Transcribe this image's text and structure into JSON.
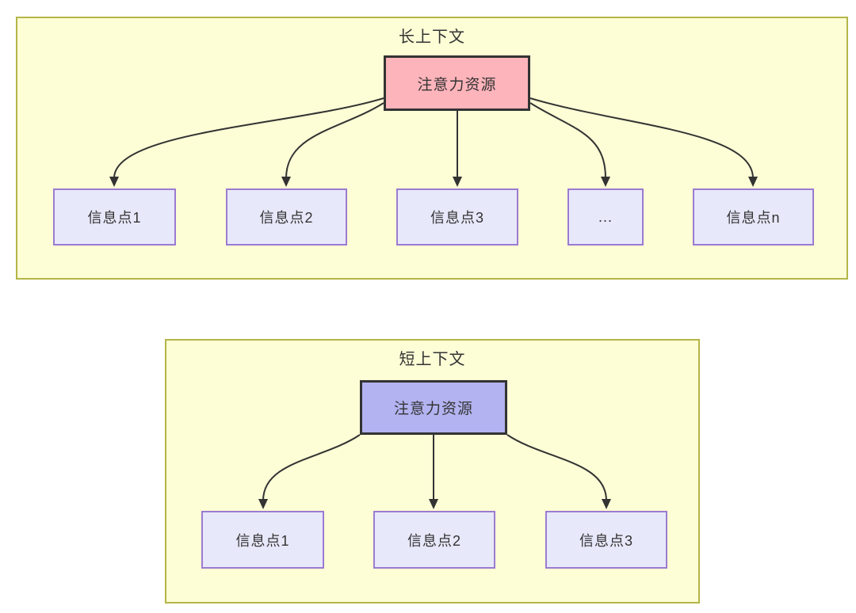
{
  "diagram": {
    "colors": {
      "panel_fill": "#FDFDD6",
      "panel_border": "#B5B548",
      "long_source_fill": "#FEB4BB",
      "short_source_fill": "#B3B3F1",
      "info_fill": "#E8E8FB",
      "info_border": "#9B7BD1",
      "node_border": "#333333",
      "arrow": "#333333",
      "text": "#333333"
    },
    "long_context": {
      "title": "长上下文",
      "source_label": "注意力资源",
      "targets": [
        "信息点1",
        "信息点2",
        "信息点3",
        "...",
        "信息点n"
      ]
    },
    "short_context": {
      "title": "短上下文",
      "source_label": "注意力资源",
      "targets": [
        "信息点1",
        "信息点2",
        "信息点3"
      ]
    }
  }
}
